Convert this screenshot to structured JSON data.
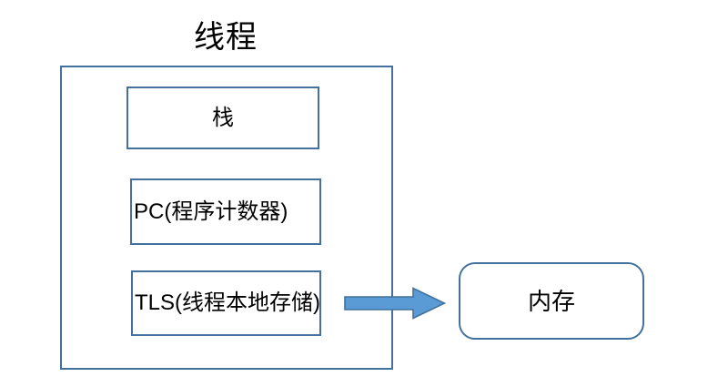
{
  "diagram": {
    "title": "线程",
    "type": "block-diagram",
    "colors": {
      "border": "#41719C",
      "arrow_fill": "#5B9BD5",
      "arrow_stroke": "#41719C",
      "background": "#FFFFFF",
      "text": "#000000"
    },
    "thread_container": {
      "label": "线程",
      "components": [
        {
          "label": "栈",
          "align": "center"
        },
        {
          "label": "PC(程序计数器)",
          "align": "left"
        },
        {
          "label": "TLS(线程本地存储)",
          "align": "left"
        }
      ]
    },
    "arrow": {
      "icon": "right-arrow-icon",
      "direction": "right",
      "from": "TLS(线程本地存储)",
      "to": "内存"
    },
    "memory": {
      "label": "内存"
    }
  }
}
